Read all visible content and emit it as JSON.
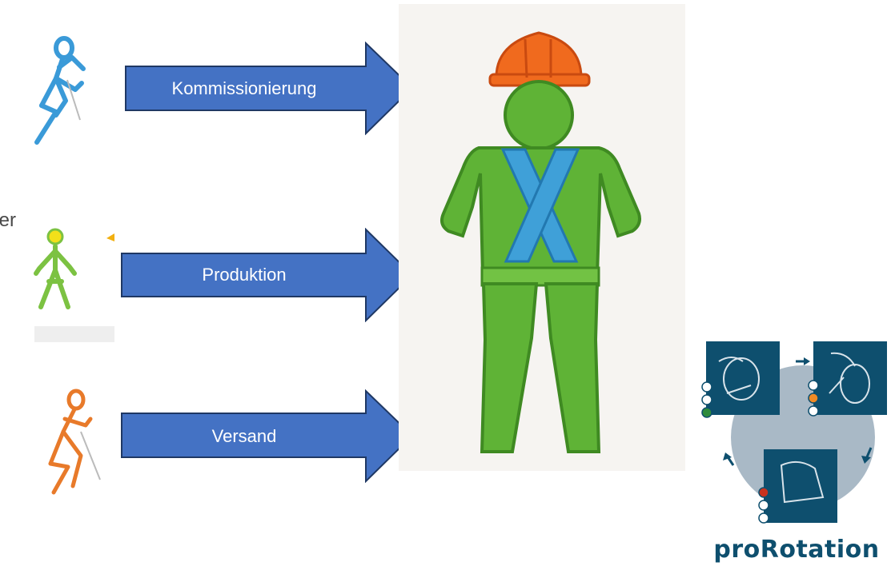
{
  "arrows": [
    {
      "label": "Kommissionierung"
    },
    {
      "label": "Produktion"
    },
    {
      "label": "Versand"
    }
  ],
  "cut_text": "er",
  "brand": {
    "name": "proRotation"
  },
  "colors": {
    "arrow_fill": "#4472c4",
    "arrow_stroke": "#1f3864",
    "worker_green": "#5fb336",
    "worker_helmet": "#f06a1e",
    "worker_straps": "#3fa0d8",
    "figure_blue": "#3a9ad8",
    "figure_green": "#7cc242",
    "figure_orange": "#e87a2a",
    "logo_panel": "#0e4f6e",
    "logo_circle": "#a9b9c6"
  }
}
